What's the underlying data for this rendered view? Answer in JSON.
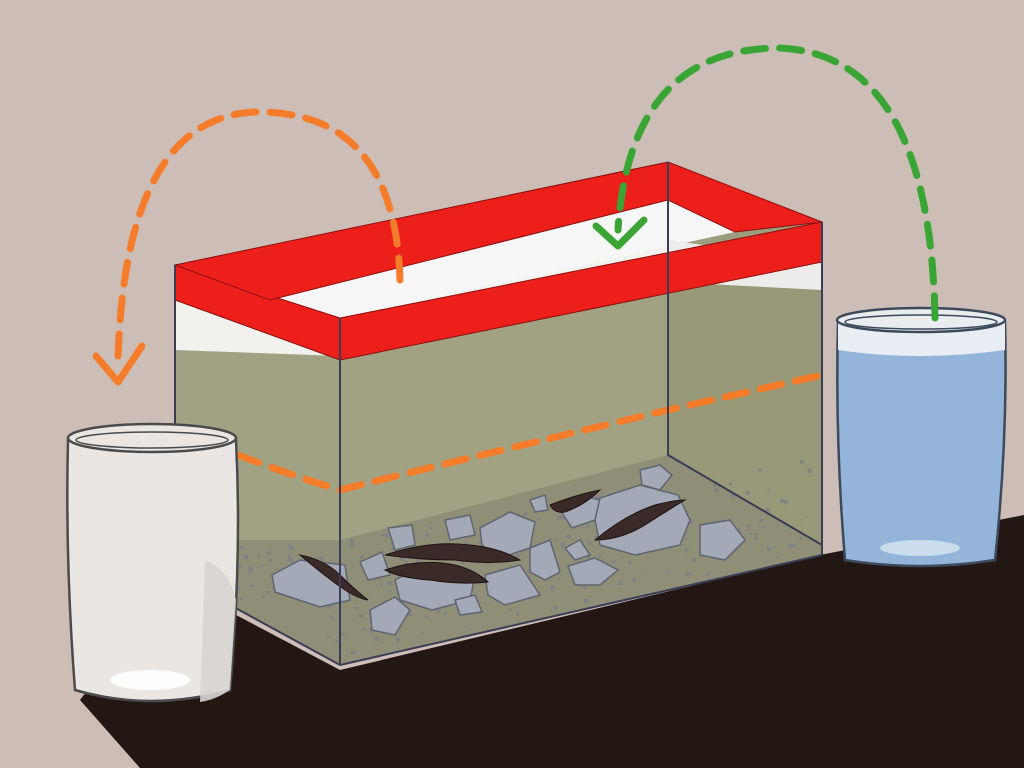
{
  "illustration": {
    "subject": "aquarium-water-change",
    "elements": [
      "aquarium",
      "used-water-jar",
      "fresh-water-jar",
      "removal-arrow",
      "refill-arrow",
      "water-level-line",
      "gravel",
      "rocks",
      "leeches"
    ],
    "colors": {
      "background": "#cdbdb7",
      "table_shadow": "#221713",
      "tank_rim": "#ec1f1b",
      "tank_water": "#9c9d7e",
      "tank_outline": "#3b3d56",
      "removal_arrow": "#f47c2a",
      "refill_arrow": "#3aa535",
      "level_line": "#f47c2a",
      "fresh_water": "#94b5d9",
      "used_jar_glass": "#eae6e3",
      "rock": "#a3a9b6",
      "leech": "#3a2a28"
    }
  }
}
